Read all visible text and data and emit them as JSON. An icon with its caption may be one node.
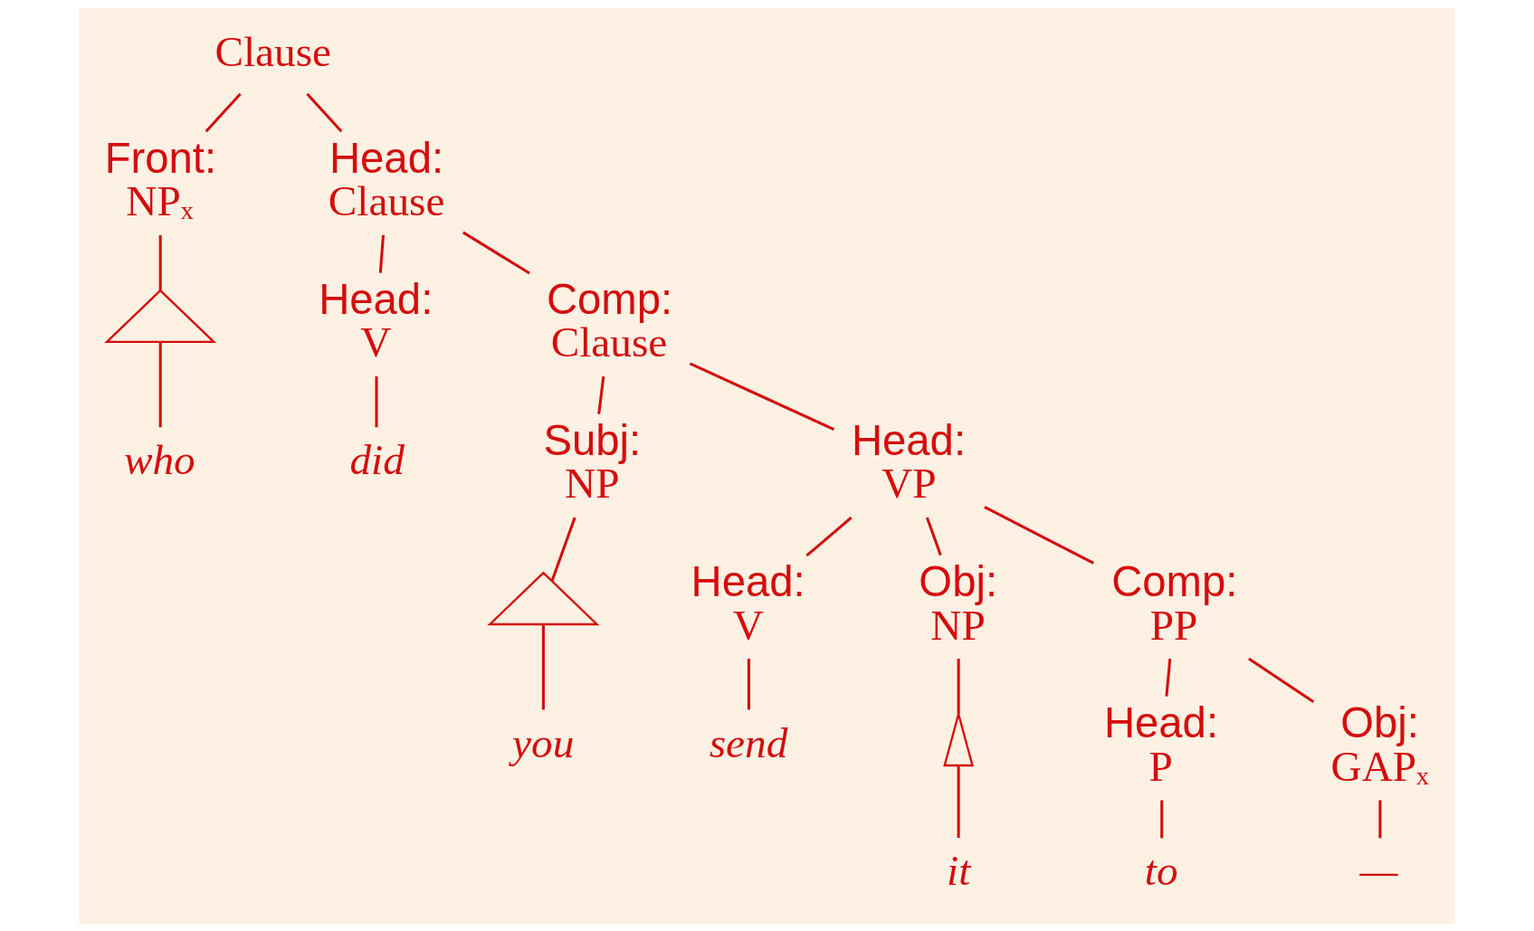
{
  "diagram": {
    "nodes": [
      {
        "text": [
          "Clause"
        ]
      },
      {
        "text": [
          "Front:",
          "NPₓ"
        ]
      },
      {
        "text": [],
        "shape": "triangle"
      },
      {
        "text": [
          "who"
        ]
      },
      {
        "text": [
          "Head:",
          "Clause"
        ]
      },
      {
        "text": [
          "Head:",
          "V"
        ]
      },
      {
        "text": [
          "did"
        ]
      },
      {
        "text": [
          "Comp:",
          "Clause"
        ]
      },
      {
        "text": [
          "Subj:",
          "NP"
        ]
      },
      {
        "text": [],
        "shape": "triangle"
      },
      {
        "text": [
          "you"
        ]
      },
      {
        "text": [
          "Head:",
          "VP"
        ]
      },
      {
        "text": [
          "Head:",
          "V"
        ]
      },
      {
        "text": [
          "send"
        ]
      },
      {
        "text": [
          "Obj:",
          "NP"
        ]
      },
      {
        "text": [],
        "shape": "triangle"
      },
      {
        "text": [
          "it"
        ]
      },
      {
        "text": [
          "Comp:",
          "PP"
        ]
      },
      {
        "text": [
          "Head:",
          "P"
        ]
      },
      {
        "text": [
          "to"
        ]
      },
      {
        "text": [
          "Obj:",
          "GAPₓ"
        ]
      },
      {
        "text": [
          "—"
        ]
      }
    ],
    "edges": [
      {
        "from": 0,
        "to": 1,
        "arrow": "none"
      },
      {
        "from": 0,
        "to": 4,
        "arrow": "none"
      },
      {
        "from": 1,
        "to": 2,
        "arrow": "none"
      },
      {
        "from": 2,
        "to": 3,
        "arrow": "none"
      },
      {
        "from": 4,
        "to": 5,
        "arrow": "none"
      },
      {
        "from": 4,
        "to": 7,
        "arrow": "none"
      },
      {
        "from": 5,
        "to": 6,
        "arrow": "none"
      },
      {
        "from": 7,
        "to": 8,
        "arrow": "none"
      },
      {
        "from": 7,
        "to": 11,
        "arrow": "none"
      },
      {
        "from": 8,
        "to": 9,
        "arrow": "none"
      },
      {
        "from": 9,
        "to": 10,
        "arrow": "none"
      },
      {
        "from": 11,
        "to": 12,
        "arrow": "none"
      },
      {
        "from": 11,
        "to": 14,
        "arrow": "none"
      },
      {
        "from": 11,
        "to": 17,
        "arrow": "none"
      },
      {
        "from": 12,
        "to": 13,
        "arrow": "none"
      },
      {
        "from": 14,
        "to": 15,
        "arrow": "none"
      },
      {
        "from": 15,
        "to": 16,
        "arrow": "none"
      },
      {
        "from": 17,
        "to": 18,
        "arrow": "none"
      },
      {
        "from": 17,
        "to": 20,
        "arrow": "none"
      },
      {
        "from": 18,
        "to": 19,
        "arrow": "none"
      },
      {
        "from": 20,
        "to": 21,
        "arrow": "none"
      }
    ]
  }
}
